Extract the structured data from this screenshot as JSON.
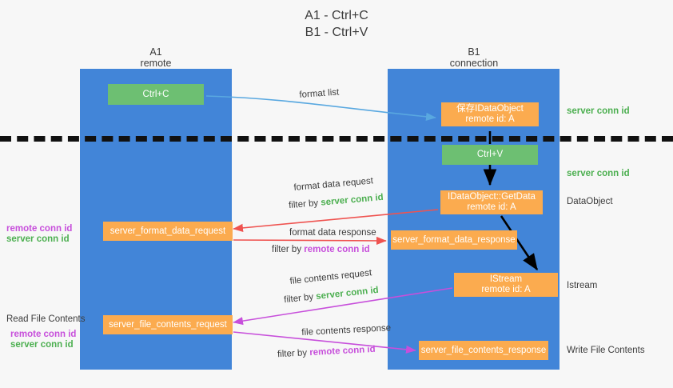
{
  "title": {
    "line1": "A1 - Ctrl+C",
    "line2": "B1 - Ctrl+V"
  },
  "columns": [
    {
      "name": "A1",
      "role": "remote"
    },
    {
      "name": "B1",
      "role": "connection"
    }
  ],
  "colors": {
    "column": "#4285d8",
    "message_box": "#fbab4f",
    "action_box": "#6dbf72",
    "server_conn_id": "#4caf50",
    "remote_conn_id": "#c74fdb",
    "divider": "#111111",
    "arrow_blue": "#59a8e0",
    "arrow_red": "#ef5350",
    "arrow_magenta": "#c74fdb",
    "arrow_black": "#000000",
    "background": "#f7f7f7"
  },
  "boxes": {
    "ctrl_c": {
      "label": "Ctrl+C"
    },
    "ctrl_v": {
      "label": "Ctrl+V"
    },
    "idataobject": {
      "line1": "保存IDataObject",
      "line2": "remote id: A"
    },
    "getdata": {
      "line1": "IDataObject::GetData",
      "line2": "remote id: A"
    },
    "istream": {
      "line1": "IStream",
      "line2": "remote id: A"
    },
    "server_format_data_request": {
      "label": "server_format_data_request"
    },
    "server_format_data_response": {
      "label": "server_format_data_response"
    },
    "server_file_contents_request": {
      "label": "server_file_contents_request"
    },
    "server_file_contents_response": {
      "label": "server_file_contents_response"
    }
  },
  "arrow_labels": {
    "format_list": "format list",
    "format_data_request": "format data request",
    "format_data_request_filter_prefix": "filter by ",
    "format_data_request_filter_value": "server conn id",
    "format_data_response": "format data response",
    "format_data_response_filter_prefix": "filter by ",
    "format_data_response_filter_value": "remote conn id",
    "file_contents_request": "file contents request",
    "file_contents_request_filter_prefix": "filter by ",
    "file_contents_request_filter_value": "server conn id",
    "file_contents_response": "file contents response",
    "file_contents_response_filter_prefix": "filter by ",
    "file_contents_response_filter_value": "remote conn id"
  },
  "side_labels": {
    "right_server_conn_id_top": "server conn id",
    "right_server_conn_id_mid": "server conn id",
    "right_dataobject": "DataObject",
    "right_istream": "Istream",
    "right_write_file_contents": "Write File Contents",
    "left_remote_conn_id_a": "remote conn id",
    "left_server_conn_id_a": "server conn id",
    "left_read_file_contents": "Read File Contents",
    "left_remote_conn_id_b": "remote conn id",
    "left_server_conn_id_b": "server conn id"
  }
}
